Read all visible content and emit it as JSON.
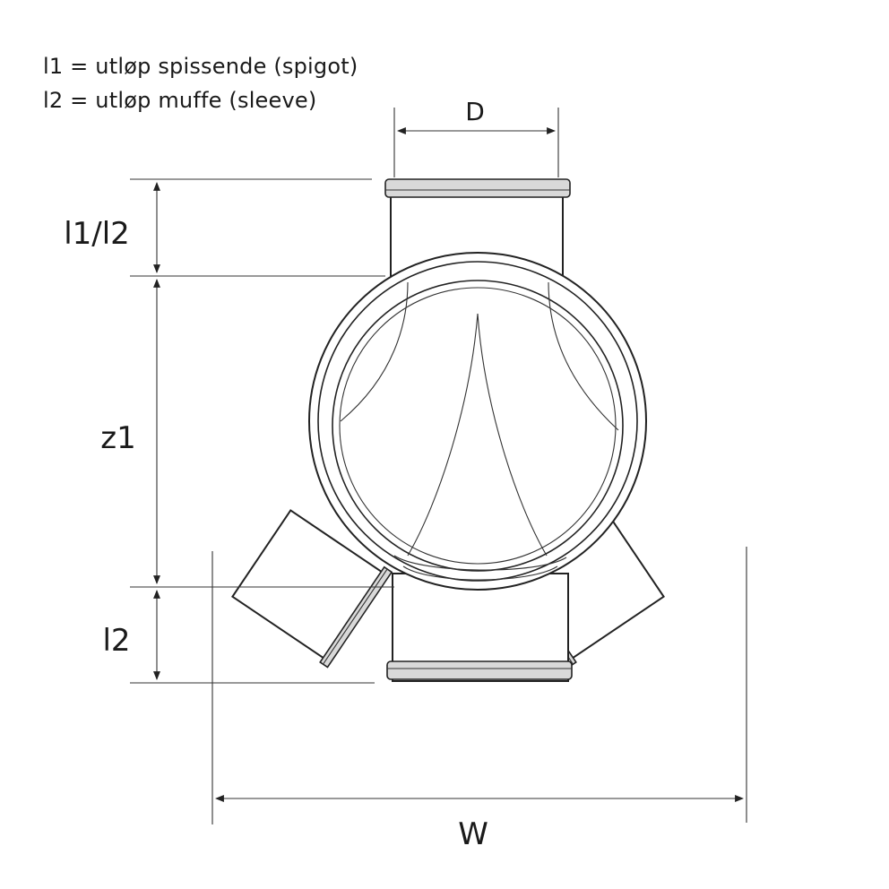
{
  "legend": {
    "line1": "l1 = utløp spissende (spigot)",
    "line2": "l2 = utløp muffe (sleeve)"
  },
  "dimensions": {
    "D": "D",
    "l1l2": "l1/l2",
    "z1": "z1",
    "l2": "l2",
    "W": "W"
  }
}
